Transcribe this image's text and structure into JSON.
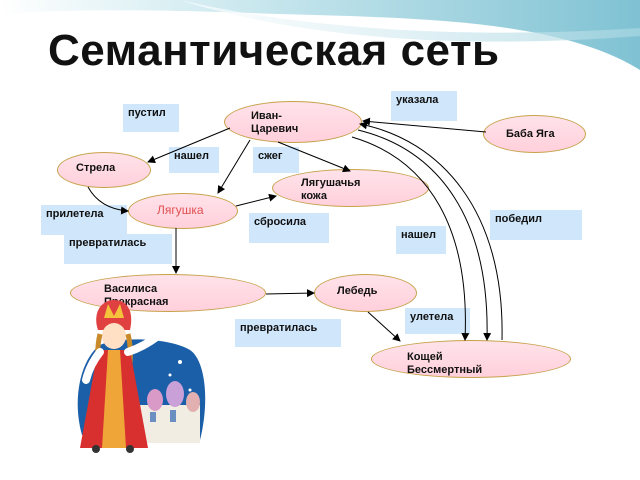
{
  "title": "Семантическая сеть",
  "nodes": {
    "ivan": "Иван-\nЦаревич",
    "baba_yaga": "Баба Яга",
    "strela": "Стрела",
    "kozha": "Лягушачья\nкожа",
    "lyagushka": "Лягушка",
    "vasilisa": "Василиса\nПрекрасная",
    "lebed": "Лебедь",
    "koshchei": "Кощей\nБессмертный"
  },
  "relations": {
    "ukazala": "указала",
    "pustil": "пустил",
    "nashel_1": "нашел",
    "zheg": "сжег",
    "priletela": "прилетела",
    "sbrosila": "сбросила",
    "pobedil": "победил",
    "nashel_2": "нашел",
    "prevratilas_1": "превратилась",
    "uletela": "улетела",
    "prevratilas_2": "превратилась"
  },
  "colors": {
    "node_fill": "#ffd5df",
    "node_border": "#c7a24a",
    "relation_fill": "#cfe6fb",
    "arrow": "#000000",
    "frog_text": "#e05050"
  }
}
